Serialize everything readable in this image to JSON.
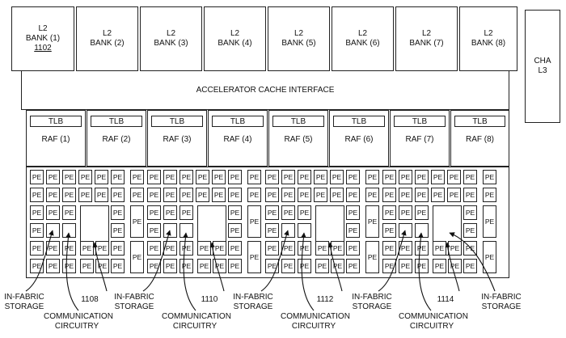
{
  "banks": [
    {
      "line1": "L2",
      "line2": "BANK (1)",
      "ref": "1102"
    },
    {
      "line1": "L2",
      "line2": "BANK (2)",
      "ref": ""
    },
    {
      "line1": "L2",
      "line2": "BANK (3)",
      "ref": ""
    },
    {
      "line1": "L2",
      "line2": "BANK (4)",
      "ref": ""
    },
    {
      "line1": "L2",
      "line2": "BANK (5)",
      "ref": ""
    },
    {
      "line1": "L2",
      "line2": "BANK (6)",
      "ref": ""
    },
    {
      "line1": "L2",
      "line2": "BANK (7)",
      "ref": ""
    },
    {
      "line1": "L2",
      "line2": "BANK (8)",
      "ref": ""
    }
  ],
  "cha": {
    "line1": "CHA",
    "line2": "L3"
  },
  "interface_label": "ACCELERATOR CACHE INTERFACE",
  "rafs": [
    {
      "tlb": "TLB",
      "label": "RAF (1)"
    },
    {
      "tlb": "TLB",
      "label": "RAF (2)"
    },
    {
      "tlb": "TLB",
      "label": "RAF (3)"
    },
    {
      "tlb": "TLB",
      "label": "RAF (4)"
    },
    {
      "tlb": "TLB",
      "label": "RAF (5)"
    },
    {
      "tlb": "TLB",
      "label": "RAF (6)"
    },
    {
      "tlb": "TLB",
      "label": "RAF (7)"
    },
    {
      "tlb": "TLB",
      "label": "RAF (8)"
    }
  ],
  "pe_label": "PE",
  "tiles": [
    {
      "ref": "1108",
      "storage": "IN-FABRIC STORAGE",
      "circuitry": "COMMUNICATION CIRCUITRY"
    },
    {
      "ref": "1110",
      "storage": "IN-FABRIC STORAGE",
      "circuitry": "COMMUNICATION CIRCUITRY"
    },
    {
      "ref": "1112",
      "storage": "IN-FABRIC STORAGE",
      "circuitry": "COMMUNICATION CIRCUITRY"
    },
    {
      "ref": "1114",
      "storage": "IN-FABRIC STORAGE",
      "circuitry": "COMMUNICATION CIRCUITRY"
    }
  ],
  "bottom_labels": [
    {
      "line1": "IN-FABRIC",
      "line2": "STORAGE"
    },
    {
      "line1": "COMMUNICATION",
      "line2": "CIRCUITRY"
    },
    {
      "line1": "1108",
      "line2": ""
    },
    {
      "line1": "IN-FABRIC",
      "line2": "STORAGE"
    },
    {
      "line1": "COMMUNICATION",
      "line2": "CIRCUITRY"
    },
    {
      "line1": "1110",
      "line2": ""
    },
    {
      "line1": "IN-FABRIC",
      "line2": "STORAGE"
    },
    {
      "line1": "COMMUNICATION",
      "line2": "CIRCUITRY"
    },
    {
      "line1": "1112",
      "line2": ""
    },
    {
      "line1": "IN-FABRIC",
      "line2": "STORAGE"
    },
    {
      "line1": "COMMUNICATION",
      "line2": "CIRCUITRY"
    },
    {
      "line1": "1114",
      "line2": ""
    },
    {
      "line1": "IN-FABRIC",
      "line2": "STORAGE"
    }
  ]
}
